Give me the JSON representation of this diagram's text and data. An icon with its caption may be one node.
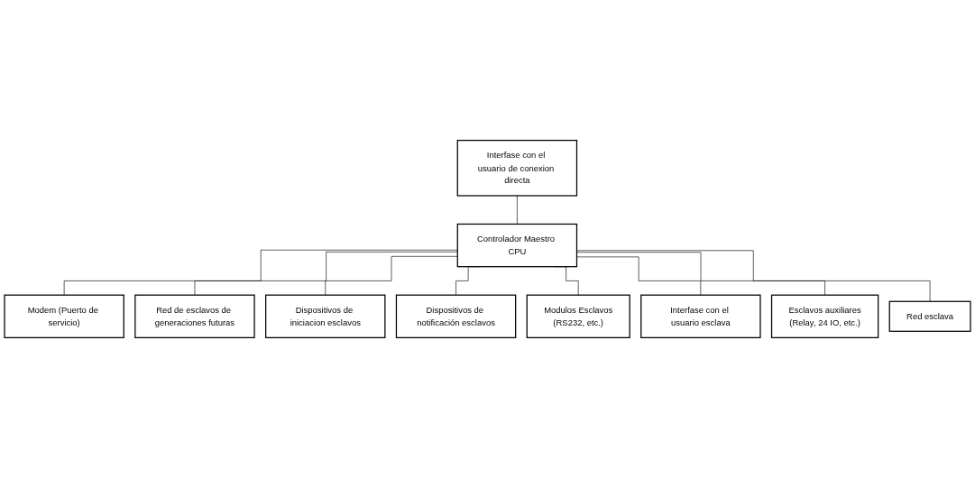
{
  "diagram": {
    "nodes": [
      {
        "text": [
          "Interfase con el usuario de conexion directa"
        ]
      },
      {
        "text": [
          "Controlador Maestro CPU"
        ]
      },
      {
        "text": [
          "Modem (Puerto de servicio)"
        ]
      },
      {
        "text": [
          "Red de esclavos de generaciones futuras"
        ]
      },
      {
        "text": [
          "Dispositivos de iniciacion esclavos"
        ]
      },
      {
        "text": [
          "Dispositivos de notificación esclavos"
        ]
      },
      {
        "text": [
          "Modulos Esclavos",
          "(RS232, etc.)"
        ]
      },
      {
        "text": [
          "Interfase con el usuario esclava"
        ]
      },
      {
        "text": [
          "Esclavos auxiliares",
          "(Relay, 24 IO, etc.)"
        ]
      },
      {
        "text": [
          "Red esclava"
        ]
      }
    ],
    "edges": [
      {
        "from": 0,
        "to": 1,
        "arrow": "none"
      },
      {
        "from": 1,
        "to": 2,
        "arrow": "none"
      },
      {
        "from": 1,
        "to": 3,
        "arrow": "none"
      },
      {
        "from": 1,
        "to": 4,
        "arrow": "none"
      },
      {
        "from": 1,
        "to": 5,
        "arrow": "none"
      },
      {
        "from": 1,
        "to": 6,
        "arrow": "none"
      },
      {
        "from": 1,
        "to": 7,
        "arrow": "none"
      },
      {
        "from": 1,
        "to": 8,
        "arrow": "none"
      },
      {
        "from": 1,
        "to": 9,
        "arrow": "none"
      }
    ]
  }
}
